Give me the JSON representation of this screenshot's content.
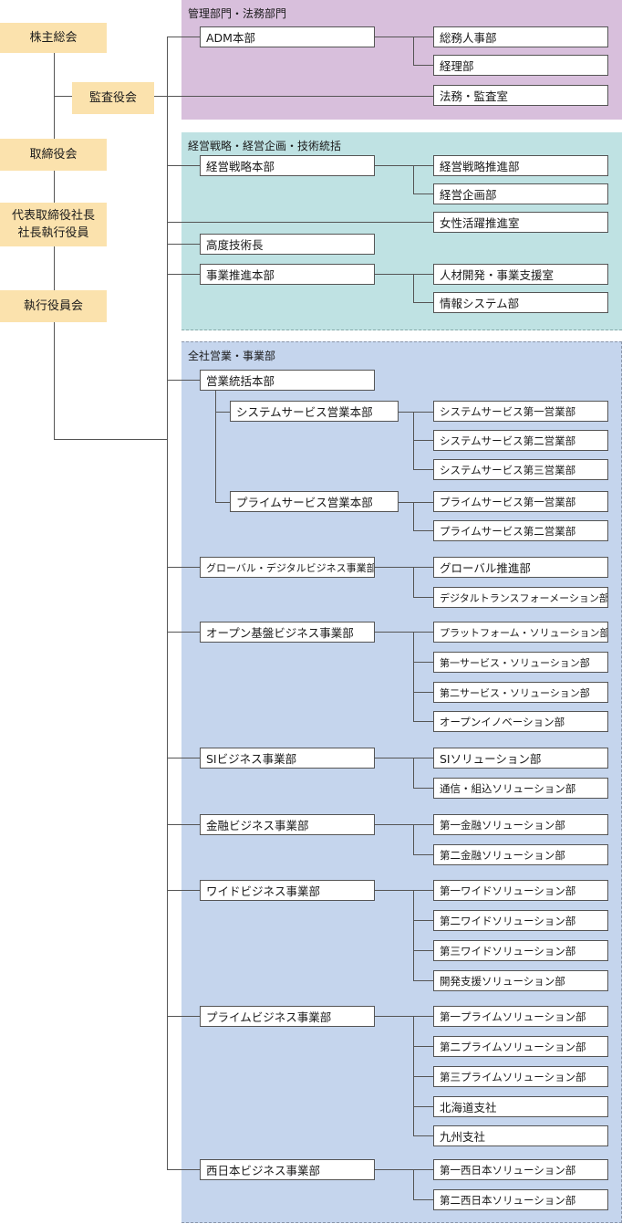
{
  "governance": {
    "shareholders": "株主総会",
    "auditors": "監査役会",
    "board": "取締役会",
    "president_line1": "代表取締役社長",
    "president_line2": "社長執行役員",
    "exec_committee": "執行役員会"
  },
  "admin": {
    "title": "管理部門・法務部門",
    "adm": "ADM本部",
    "hr": "総務人事部",
    "accounting": "経理部",
    "legal": "法務・監査室"
  },
  "strategy": {
    "title": "経営戦略・経営企画・技術統括",
    "strategy_hq": "経営戦略本部",
    "strategy_promo": "経営戦略推進部",
    "planning": "経営企画部",
    "women": "女性活躍推進室",
    "cto": "高度技術長",
    "biz_promo_hq": "事業推進本部",
    "hr_dev": "人材開発・事業支援室",
    "info_sys": "情報システム部"
  },
  "sales": {
    "title": "全社営業・事業部",
    "sales_hq": "営業統括本部",
    "sys_service_hq": "システムサービス営業本部",
    "sys1": "システムサービス第一営業部",
    "sys2": "システムサービス第二営業部",
    "sys3": "システムサービス第三営業部",
    "prime_service_hq": "プライムサービス営業本部",
    "prime_s1": "プライムサービス第一営業部",
    "prime_s2": "プライムサービス第二営業部",
    "global": "グローバル・デジタルビジネス事業部",
    "global_promo": "グローバル推進部",
    "dx": "デジタルトランスフォーメーション部",
    "open": "オープン基盤ビジネス事業部",
    "platform": "プラットフォーム・ソリューション部",
    "svc1": "第一サービス・ソリューション部",
    "svc2": "第二サービス・ソリューション部",
    "open_innov": "オープンイノベーション部",
    "si": "SIビジネス事業部",
    "si_sol": "SIソリューション部",
    "comm": "通信・組込ソリューション部",
    "fin": "金融ビジネス事業部",
    "fin1": "第一金融ソリューション部",
    "fin2": "第二金融ソリューション部",
    "wide": "ワイドビジネス事業部",
    "wide1": "第一ワイドソリューション部",
    "wide2": "第二ワイドソリューション部",
    "wide3": "第三ワイドソリューション部",
    "devsup": "開発支援ソリューション部",
    "prime": "プライムビジネス事業部",
    "prime1": "第一プライムソリューション部",
    "prime2": "第二プライムソリューション部",
    "prime3": "第三プライムソリューション部",
    "hokkaido": "北海道支社",
    "kyushu": "九州支社",
    "west": "西日本ビジネス事業部",
    "west1": "第一西日本ソリューション部",
    "west2": "第二西日本ソリューション部"
  }
}
